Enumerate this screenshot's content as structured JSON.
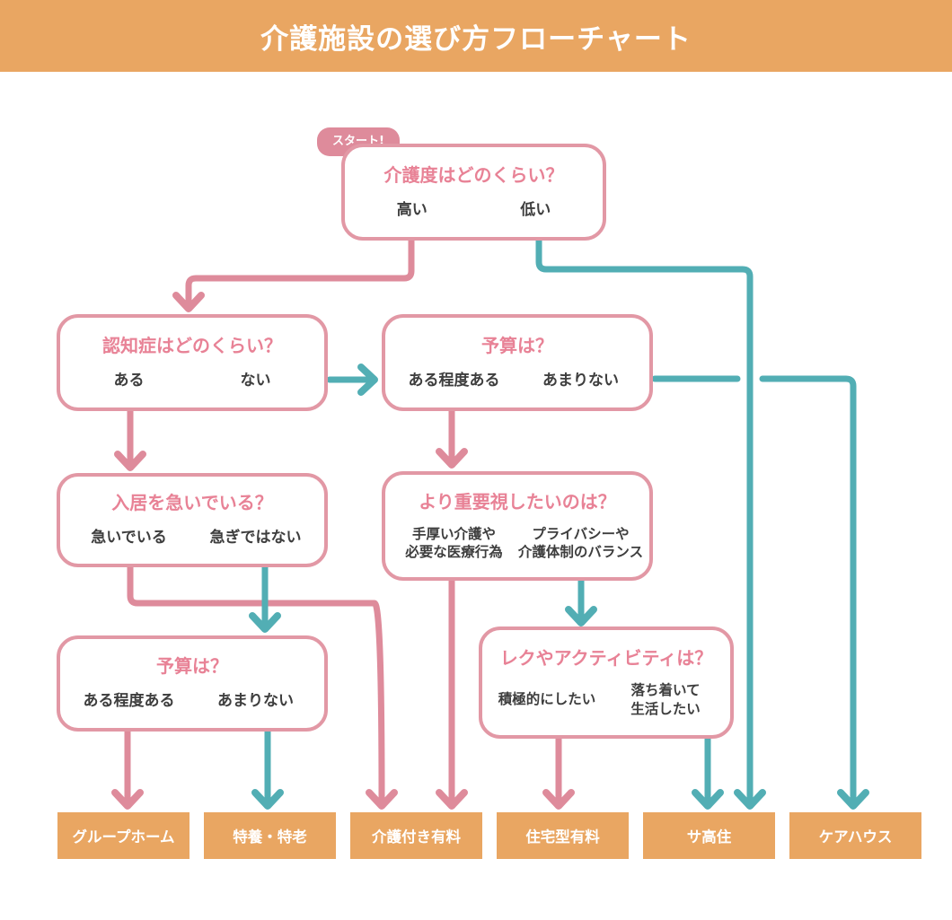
{
  "header": {
    "title": "介護施設の選び方フローチャート"
  },
  "start_badge": "スタート!",
  "questions": [
    {
      "id": "care-level",
      "title": "介護度はどのくらい？",
      "options": [
        "高い",
        "低い"
      ]
    },
    {
      "id": "dementia",
      "title": "認知症はどのくらい？",
      "options": [
        "ある",
        "ない"
      ]
    },
    {
      "id": "budget-1",
      "title": "予算は？",
      "options": [
        "ある程度ある",
        "あまりない"
      ]
    },
    {
      "id": "urgency",
      "title": "入居を急いでいる？",
      "options": [
        "急いでいる",
        "急ぎではない"
      ]
    },
    {
      "id": "priority",
      "title": "より重要視したいのは？",
      "options": [
        "手厚い介護や\n必要な医療行為",
        "プライバシーや\n介護体制のバランス"
      ]
    },
    {
      "id": "budget-2",
      "title": "予算は？",
      "options": [
        "ある程度ある",
        "あまりない"
      ]
    },
    {
      "id": "activity",
      "title": "レクやアクティビティは？",
      "options": [
        "積極的にしたい",
        "落ち着いて\n生活したい"
      ]
    }
  ],
  "results": [
    {
      "label": "グループホーム"
    },
    {
      "label": "特養・特老"
    },
    {
      "label": "介護付き有料"
    },
    {
      "label": "住宅型有料"
    },
    {
      "label": "サ高住"
    },
    {
      "label": "ケアハウス"
    }
  ],
  "colors": {
    "pink": "#DE8B9B",
    "teal": "#52AEB4",
    "orange": "#E9A662",
    "pink-border": "#E298A5",
    "pink-title": "#E88296",
    "text-dark": "#3E3E3E"
  }
}
